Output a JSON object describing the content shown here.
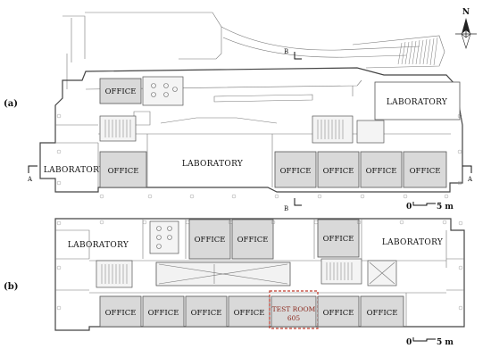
{
  "compass": {
    "north": "N"
  },
  "plan_a": {
    "label": "(a)",
    "section_a_left": "A",
    "section_a_right": "A",
    "section_b_top": "B",
    "section_b_bottom": "B",
    "rooms": {
      "office_top": "OFFICE",
      "lab_top_right": "LABORATORY",
      "lab_left": "LABORATORY",
      "office_1": "OFFICE",
      "lab_center": "LABORATORY",
      "office_2": "OFFICE",
      "office_3": "OFFICE",
      "office_4": "OFFICE",
      "office_5": "OFFICE"
    },
    "scale": {
      "zero": "0",
      "length": "5 m"
    }
  },
  "plan_b": {
    "label": "(b)",
    "rooms": {
      "lab_left": "LABORATORY",
      "office_top_1": "OFFICE",
      "office_top_2": "OFFICE",
      "office_top_3": "OFFICE",
      "lab_right": "LABORATORY",
      "office_1": "OFFICE",
      "office_2": "OFFICE",
      "office_3": "OFFICE",
      "office_4": "OFFICE",
      "test_room_line1": "TEST ROOM",
      "test_room_line2": "605",
      "office_5": "OFFICE",
      "office_6": "OFFICE"
    },
    "scale": {
      "zero": "0",
      "length": "5 m"
    }
  },
  "colors": {
    "office_fill": "#d9d9d9",
    "test_room_outline": "#c0392b",
    "wall": "#444444"
  }
}
